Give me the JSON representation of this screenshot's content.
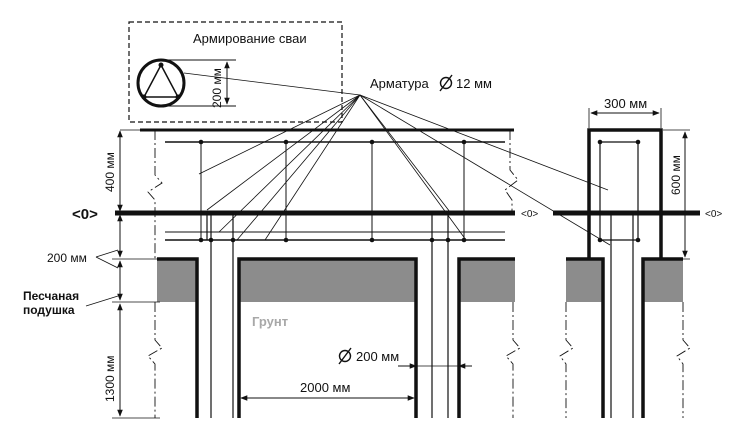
{
  "labels": {
    "inset_title": "Армирование сваи",
    "inset_dim": "200 мм",
    "rebar": "Арматура",
    "rebar_dia": "12 мм",
    "dim_400": "400 мм",
    "zero_big": "<0>",
    "zero_mid": "<0>",
    "zero_right": "<0>",
    "dim_200": "200 мм",
    "sand_line1": "Песчаная",
    "sand_line2": "подушка",
    "soil": "Грунт",
    "pile_dia": "200 мм",
    "dim_1300": "1300 мм",
    "dim_2000": "2000 мм",
    "dim_300": "300 мм",
    "dim_600": "600 мм"
  },
  "colors": {
    "line": "#111111",
    "sand": "#8c8c8c",
    "soil_text": "#a8a8a8",
    "background": "#ffffff"
  },
  "icons": {
    "diameter": "diameter-symbol"
  }
}
